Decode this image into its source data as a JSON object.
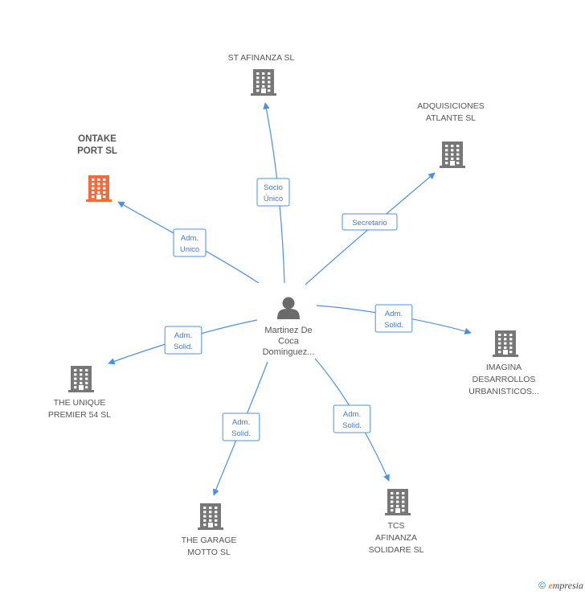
{
  "center": {
    "lines": [
      "Martinez De",
      "Coca",
      "Dominguez..."
    ],
    "icon": "person-icon"
  },
  "colors": {
    "edge": "#4a90e2",
    "building": "#777777",
    "building_focus": "#f26b3a",
    "person": "#6b6b6b"
  },
  "nodes": [
    {
      "id": "st-afinanza",
      "lines": [
        "ST AFINANZA SL"
      ],
      "icon": "building-icon",
      "focus": false,
      "edge_label": [
        "Socio",
        "Único"
      ]
    },
    {
      "id": "adquisiciones-atlante",
      "lines": [
        "ADQUISICIONES",
        "ATLANTE SL"
      ],
      "icon": "building-icon",
      "focus": false,
      "edge_label": [
        "Secretario"
      ]
    },
    {
      "id": "ontake-port",
      "lines": [
        "ONTAKE",
        "PORT SL"
      ],
      "icon": "building-icon",
      "focus": true,
      "edge_label": [
        "Adm.",
        "Unico"
      ]
    },
    {
      "id": "imagina-desarrollos",
      "lines": [
        "IMAGINA",
        "DESARROLLOS",
        "URBANISTICOS..."
      ],
      "icon": "building-icon",
      "focus": false,
      "edge_label": [
        "Adm.",
        "Solid."
      ]
    },
    {
      "id": "the-unique-premier",
      "lines": [
        "THE UNIQUE",
        "PREMIER 54 SL"
      ],
      "icon": "building-icon",
      "focus": false,
      "edge_label": [
        "Adm.",
        "Solid."
      ]
    },
    {
      "id": "the-garage-motto",
      "lines": [
        "THE GARAGE",
        "MOTTO SL"
      ],
      "icon": "building-icon",
      "focus": false,
      "edge_label": [
        "Adm.",
        "Solid."
      ]
    },
    {
      "id": "tcs-afinanza",
      "lines": [
        "TCS",
        "AFINANZA",
        "SOLIDARE SL"
      ],
      "icon": "building-icon",
      "focus": false,
      "edge_label": [
        "Adm.",
        "Solid."
      ]
    }
  ],
  "footer": {
    "copyright": "©",
    "brand_initial": "e",
    "brand_rest": "mpresia"
  }
}
